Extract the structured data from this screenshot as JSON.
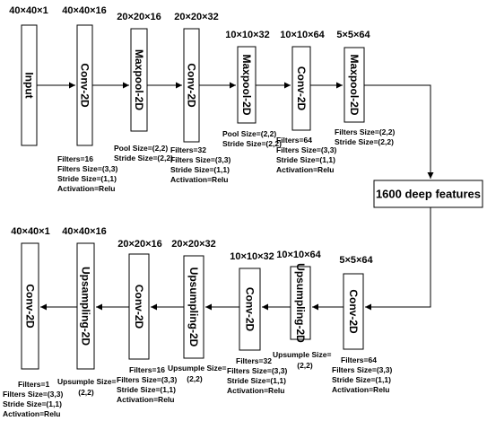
{
  "encoder": {
    "input": {
      "dim": "40×40×1",
      "label": "Input"
    },
    "conv1": {
      "dim": "40×40×16",
      "label": "Conv-2D",
      "params": [
        "Filters=16",
        "Filters Size=(3,3)",
        "Stride Size=(1,1)",
        "Activation=Relu"
      ]
    },
    "pool1": {
      "dim": "20×20×16",
      "label": "Maxpool-2D",
      "params": [
        "Pool Size=(2,2)",
        "Stride Size=(2,2)"
      ]
    },
    "conv2": {
      "dim": "20×20×32",
      "label": "Conv-2D",
      "params": [
        "Filters=32",
        "Filters Size=(3,3)",
        "Stride Size=(1,1)",
        "Activation=Relu"
      ]
    },
    "pool2": {
      "dim": "10×10×32",
      "label": "Maxpool-2D",
      "params": [
        "Pool Size=(2,2)",
        "Stride Size=(2,2)"
      ]
    },
    "conv3": {
      "dim": "10×10×64",
      "label": "Conv-2D",
      "params": [
        "Filters=64",
        "Filters Size=(3,3)",
        "Stride Size=(1,1)",
        "Activation=Relu"
      ]
    },
    "pool3": {
      "dim": "5×5×64",
      "label": "Maxpool-2D",
      "params": [
        "Filters Size=(2,2)",
        "Stride Size=(2,2)"
      ]
    }
  },
  "features": {
    "label": "1600 deep features"
  },
  "decoder": {
    "conv_d1": {
      "dim": "5×5×64",
      "label": "Conv-2D",
      "params": [
        "Filters=64",
        "Filters Size=(3,3)",
        "Stride Size=(1,1)",
        "Activation=Relu"
      ]
    },
    "up1": {
      "dim": "10×10×64",
      "label": "Upsumpling-2D",
      "params": [
        "Upsumple Size=",
        "(2,2)"
      ]
    },
    "conv_d2": {
      "dim": "10×10×32",
      "label": "Conv-2D",
      "params": [
        "Filters=32",
        "Filters Size=(3,3)",
        "Stride Size=(1,1)",
        "Activation=Relu"
      ]
    },
    "up2": {
      "dim": "20×20×32",
      "label": "Upsumpling-2D",
      "params": [
        "Upsumple Size=",
        "(2,2)"
      ]
    },
    "conv_d3": {
      "dim": "20×20×16",
      "label": "Conv-2D",
      "params": [
        "Filters=16",
        "Filters Size=(3,3)",
        "Stride Size=(1,1)",
        "Activation=Relu"
      ]
    },
    "up3": {
      "dim": "40×40×16",
      "label": "Upsampling-2D",
      "params": [
        "Upsumple Size=",
        "(2,2)"
      ]
    },
    "out": {
      "dim": "40×40×1",
      "label": "Conv-2D",
      "params": [
        "Filters=1",
        "Filters Size=(3,3)",
        "Stride Size=(1,1)",
        "Activation=Relu"
      ]
    }
  }
}
